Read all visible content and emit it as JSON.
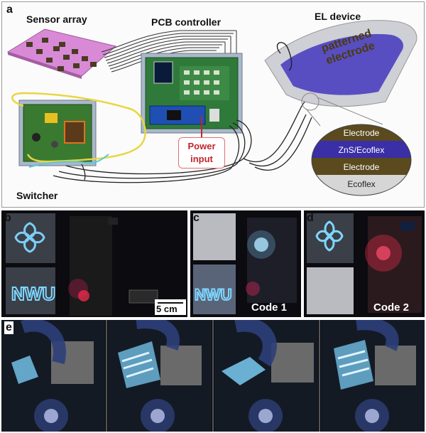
{
  "panel_a": {
    "letter": "a",
    "sensor_array": "Sensor array",
    "pcb_controller": "PCB controller",
    "el_device": "EL device",
    "switcher": "Switcher",
    "power_input_line1": "Power",
    "power_input_line2": "input",
    "el_text_line1": "patterned",
    "el_text_line2": "electrode",
    "layers": [
      "Electrode",
      "ZnS/Ecoflex",
      "Electrode",
      "Ecoflex"
    ]
  },
  "panel_b": {
    "letter": "b",
    "scale_bar": "5 cm"
  },
  "panel_c": {
    "letter": "c",
    "code": "Code 1"
  },
  "panel_d": {
    "letter": "d",
    "code": "Code 2"
  },
  "panel_e": {
    "letter": "e"
  },
  "colors": {
    "border": "#9a9a9a",
    "power_red": "#c0262c",
    "layer_electrode": "#5a4a1e",
    "layer_zns": "#3a2fa6",
    "layer_ecoflex": "#d6d6d6",
    "glow": "#7fd6ff"
  }
}
